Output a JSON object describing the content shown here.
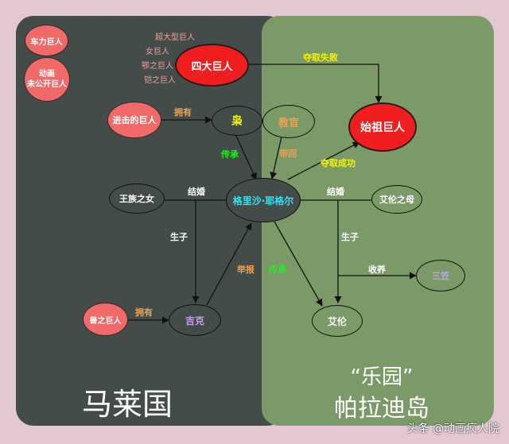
{
  "regions": {
    "left": "马莱国",
    "right_line1": "“乐园”",
    "right_line2": "帕拉迪岛"
  },
  "nodes": {
    "chelijuren": "车力巨人",
    "anime_unreleased": [
      "动画",
      "未公开巨人"
    ],
    "sida": "四大巨人",
    "jingong": "进击的巨人",
    "xiao": "枭",
    "jiaoguan": "教官",
    "shizu": "始祖巨人",
    "wangzu": "王族之女",
    "grisha": "格里沙·耶格尔",
    "mother": "艾伦之母",
    "zhijuren": "兽之巨人",
    "zeke": "吉克",
    "eren": "艾伦",
    "mikasa": "三笠"
  },
  "sida_members": [
    "超大型巨人",
    "女巨人",
    "鄂之巨人",
    "铠之巨人"
  ],
  "edge_labels": {
    "duoqu_shibai": "夺取失败",
    "yongyou_1": "拥有",
    "chuancheng_1": "传承",
    "daihui": "带回",
    "duoqu_chenggong": "夺取成功",
    "jiehun_left": "结婚",
    "jiehun_right": "结婚",
    "shengzi_left": "生子",
    "shengzi_right": "生子",
    "shouyang": "收养",
    "jubao": "举报",
    "chuancheng_2": "传承",
    "yongyou_2": "拥有"
  },
  "colors": {
    "left_bg": "#434c49",
    "right_bg": "#7b9a67",
    "page_bg": "#e3c7d3",
    "red_node": "#f06a6a",
    "red_big": "#f01e1e",
    "yellow": "#f5f500",
    "orange": "#f0a050",
    "green": "#22ee22",
    "cyan": "#33e0f0",
    "violet": "#c89ef0"
  },
  "watermark": "头条 @动画疯人院"
}
